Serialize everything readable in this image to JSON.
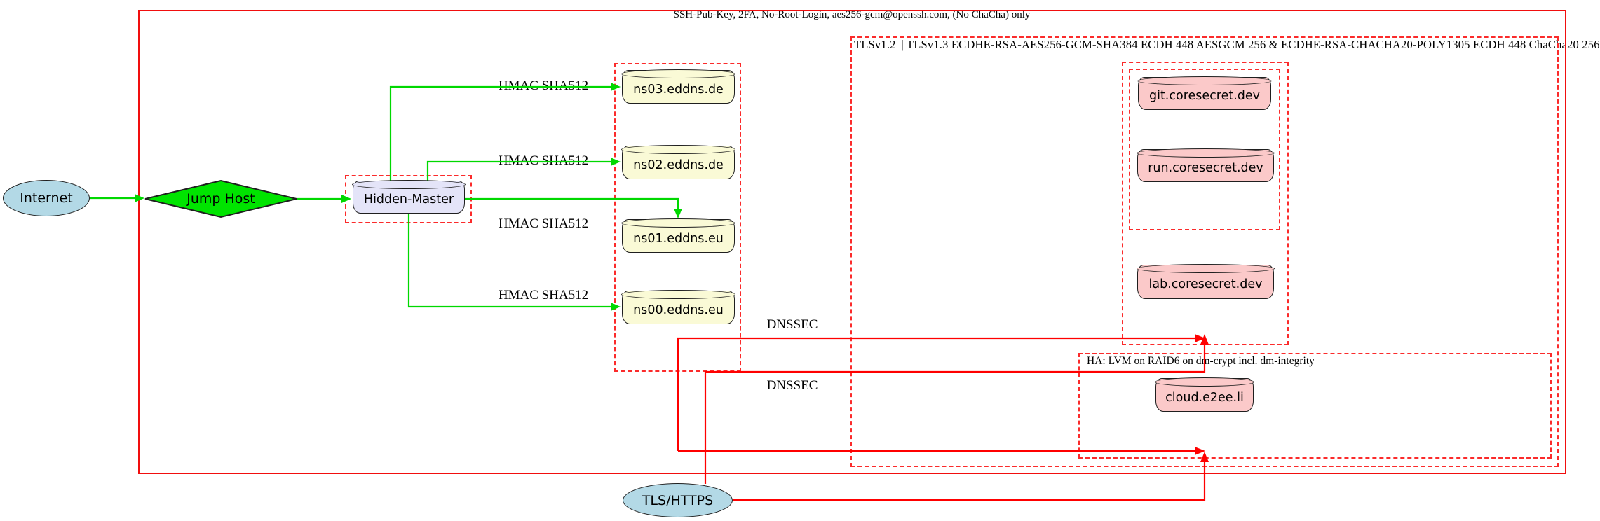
{
  "diagram": {
    "clusters": {
      "ssh": {
        "label": "SSH-Pub-Key, 2FA, No-Root-Login, aes256-gcm@openssh.com, (No ChaCha) only"
      },
      "tls": {
        "label": "TLSv1.2 || TLSv1.3 ECDHE-RSA-AES256-GCM-SHA384 ECDH 448 AESGCM 256 & ECDHE-RSA-CHACHA20-POLY1305 ECDH 448 ChaCha20 256"
      },
      "ha": {
        "label": "HA: LVM on RAID6 on dm-crypt incl. dm-integrity"
      }
    },
    "nodes": {
      "internet": {
        "label": "Internet",
        "shape": "ellipse",
        "fill": "#b3d9e6"
      },
      "jump_host": {
        "label": "Jump Host",
        "shape": "diamond",
        "fill": "#00e000"
      },
      "hidden_master": {
        "label": "Hidden-Master",
        "shape": "cylinder",
        "fill": "#e4e4f8"
      },
      "ns03": {
        "label": "ns03.eddns.de",
        "shape": "cylinder",
        "fill": "#fafad6"
      },
      "ns02": {
        "label": "ns02.eddns.de",
        "shape": "cylinder",
        "fill": "#fafad6"
      },
      "ns01": {
        "label": "ns01.eddns.eu",
        "shape": "cylinder",
        "fill": "#fafad6"
      },
      "ns00": {
        "label": "ns00.eddns.eu",
        "shape": "cylinder",
        "fill": "#fafad6"
      },
      "git": {
        "label": "git.coresecret.dev",
        "shape": "cylinder",
        "fill": "#fbc9c9"
      },
      "run": {
        "label": "run.coresecret.dev",
        "shape": "cylinder",
        "fill": "#fbc9c9"
      },
      "lab": {
        "label": "lab.coresecret.dev",
        "shape": "cylinder",
        "fill": "#fbc9c9"
      },
      "cloud": {
        "label": "cloud.e2ee.li",
        "shape": "cylinder",
        "fill": "#fbc9c9"
      },
      "tls_https": {
        "label": "TLS/HTTPS",
        "shape": "ellipse",
        "fill": "#b3d9e6"
      }
    },
    "edge_labels": {
      "hmac": [
        "HMAC SHA512",
        "HMAC SHA512",
        "HMAC SHA512",
        "HMAC SHA512"
      ],
      "dnssec": [
        "DNSSEC",
        "DNSSEC"
      ]
    },
    "colors": {
      "secure_ssh_boundary": "#f10e0e",
      "cluster_boundary": "#fb2b2b",
      "signed_transfer_edge": "#00dd00",
      "dnssec_tls_edge": "#ff0000"
    }
  }
}
